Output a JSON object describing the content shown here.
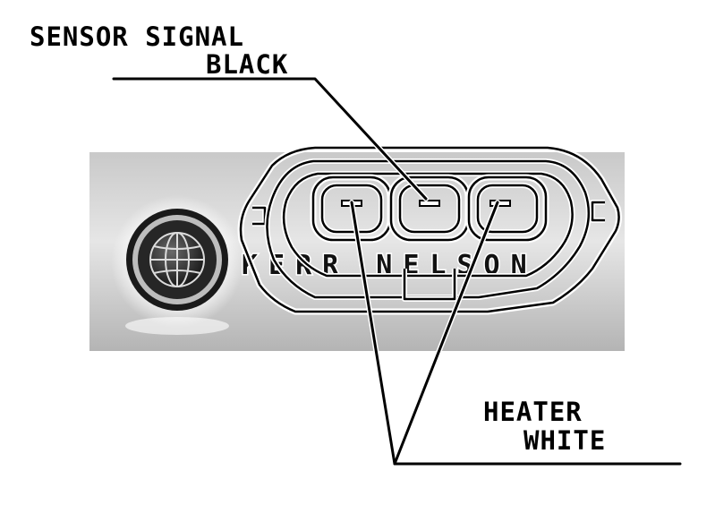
{
  "labels": {
    "sensor_line1": "SENSOR SIGNAL",
    "sensor_line2": "BLACK",
    "heater_line1": "HEATER",
    "heater_line2": "WHITE"
  },
  "brand": {
    "name": "KERR NELSON"
  },
  "colors": {
    "banner_light": "#e2e2e2",
    "banner_dark": "#a9a9a9",
    "ink": "#000000",
    "outline_white": "#ffffff"
  },
  "icons": {
    "logo": "globe-icon"
  }
}
